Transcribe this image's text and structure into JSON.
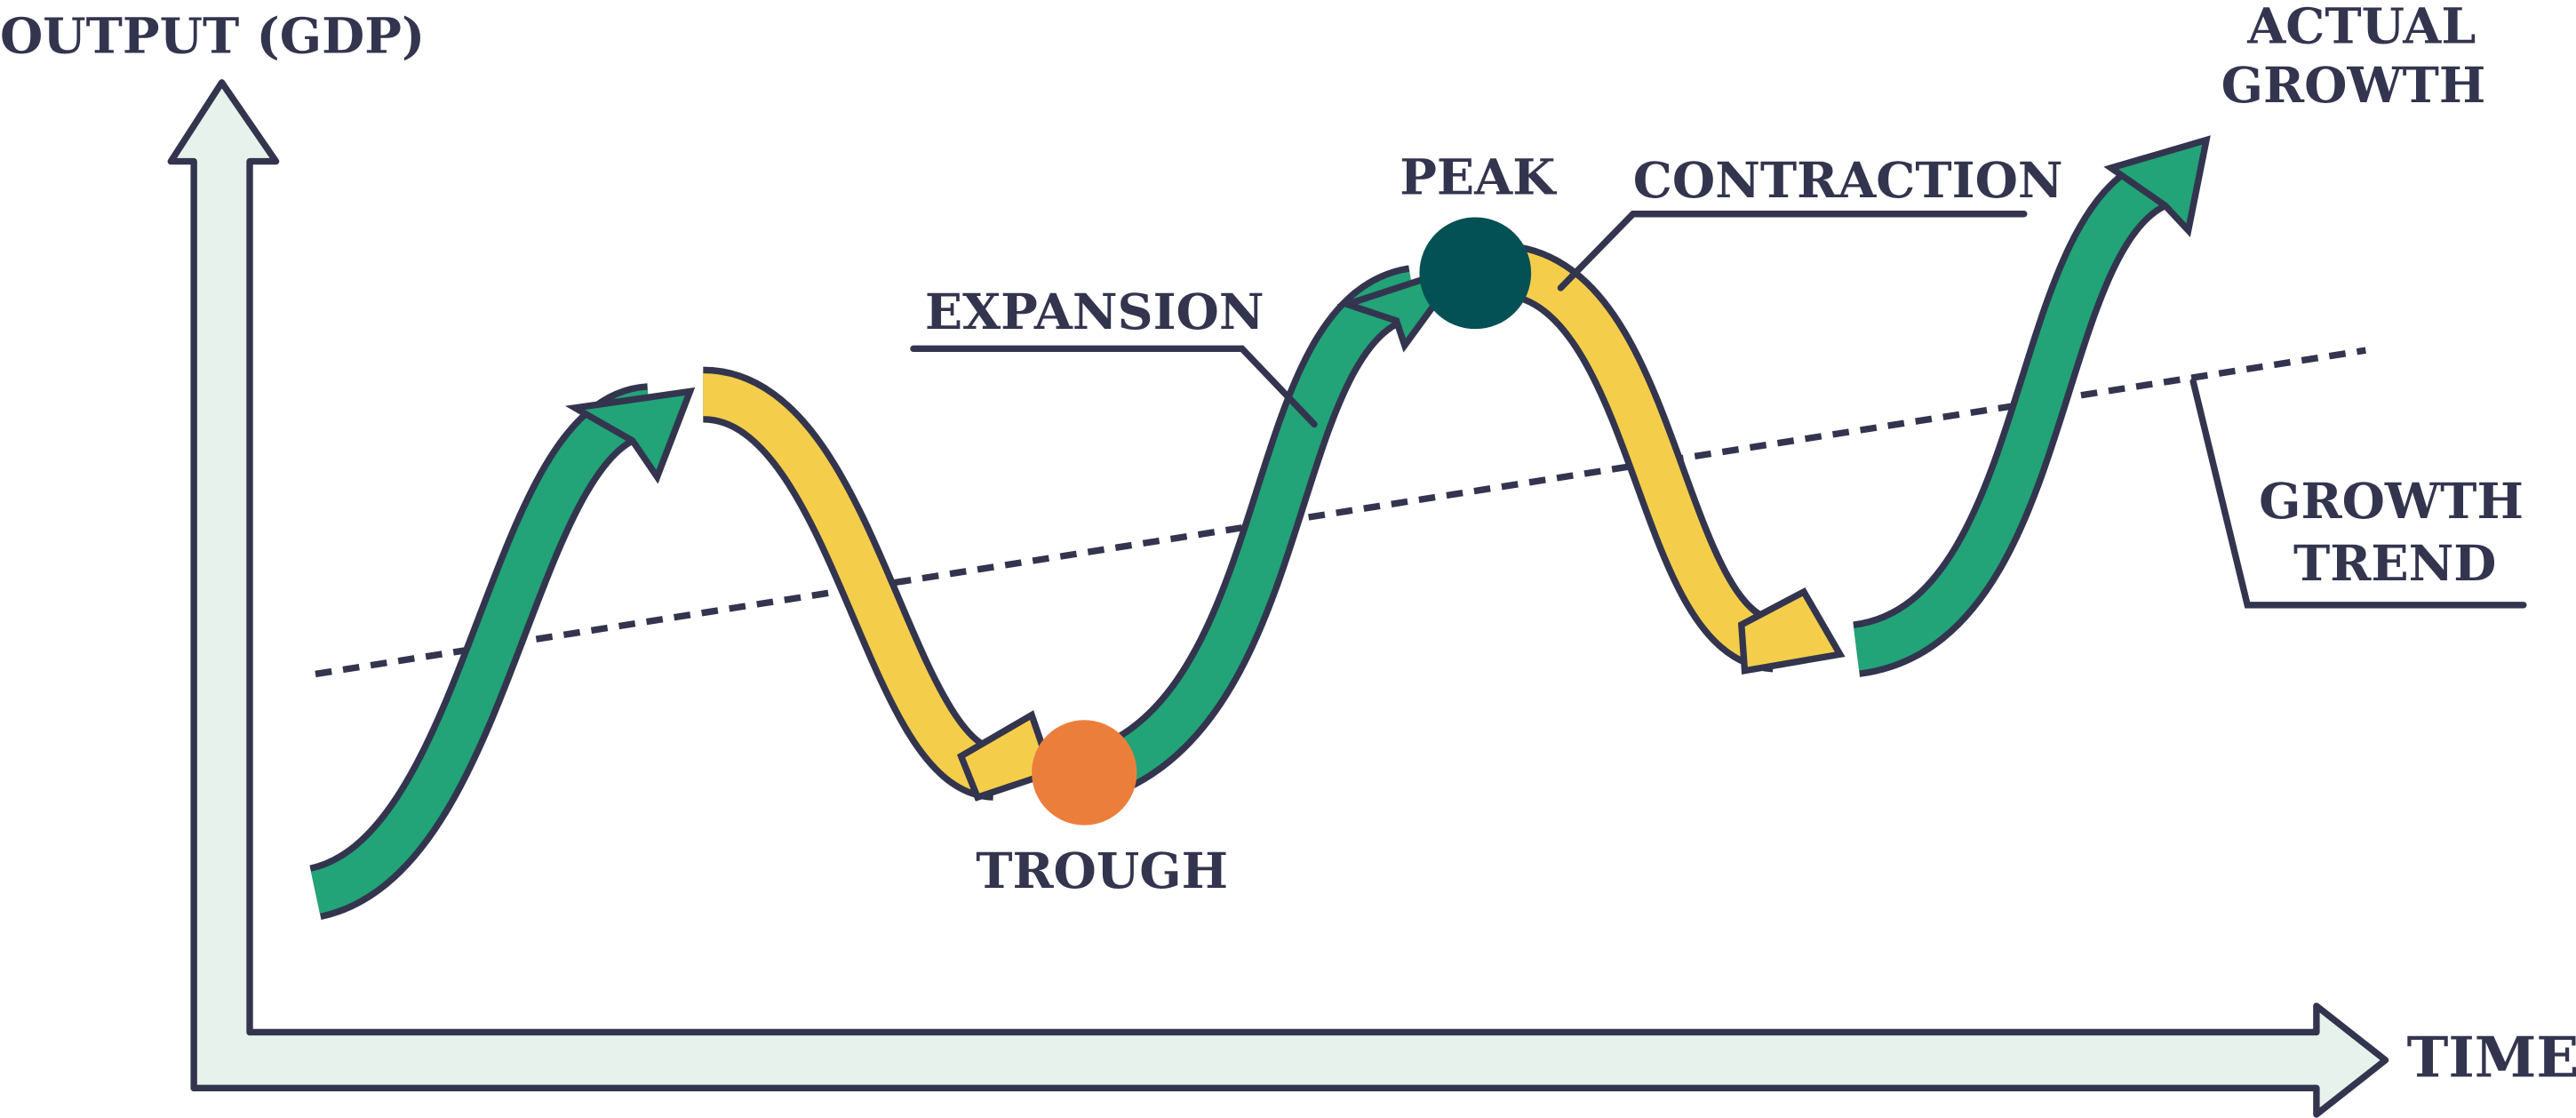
{
  "axes": {
    "y_label": "OUTPUT (GDP)",
    "x_label": "TIME"
  },
  "labels": {
    "expansion": "EXPANSION",
    "peak": "PEAK",
    "contraction": "CONTRACTION",
    "trough": "TROUGH",
    "actual_growth": [
      "ACTUAL",
      "GROWTH"
    ],
    "growth_trend": [
      "GROWTH",
      "TREND"
    ]
  },
  "colors": {
    "outline": "#33354f",
    "expansion": "#22a378",
    "contraction": "#f4ce4a",
    "trough": "#ec7e3c",
    "peak": "#035155",
    "axis_fill": "#e8f2ec"
  }
}
